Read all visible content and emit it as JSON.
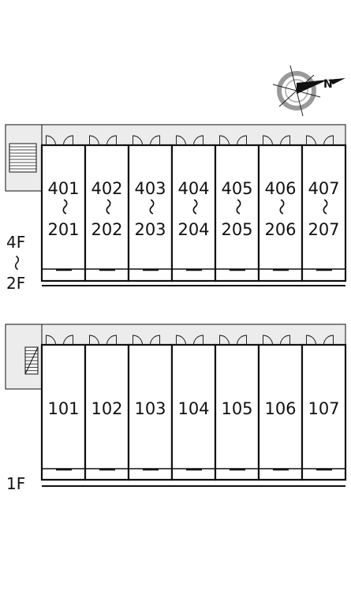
{
  "compass": {
    "label": "N",
    "icon": "north-arrow-compass-icon"
  },
  "upper_block": {
    "floor_top": "4F",
    "floor_range_mark": "〜",
    "floor_bottom": "2F",
    "units": [
      {
        "top": "401",
        "mark": "〜",
        "bottom": "201"
      },
      {
        "top": "402",
        "mark": "〜",
        "bottom": "202"
      },
      {
        "top": "403",
        "mark": "〜",
        "bottom": "203"
      },
      {
        "top": "404",
        "mark": "〜",
        "bottom": "204"
      },
      {
        "top": "405",
        "mark": "〜",
        "bottom": "205"
      },
      {
        "top": "406",
        "mark": "〜",
        "bottom": "206"
      },
      {
        "top": "407",
        "mark": "〜",
        "bottom": "207"
      }
    ]
  },
  "lower_block": {
    "floor": "1F",
    "units": [
      {
        "label": "101"
      },
      {
        "label": "102"
      },
      {
        "label": "103"
      },
      {
        "label": "104"
      },
      {
        "label": "105"
      },
      {
        "label": "106"
      },
      {
        "label": "107"
      }
    ]
  },
  "colors": {
    "line": "#111111",
    "corridor": "#ececec",
    "compass_ring": "#9a9a9a"
  }
}
